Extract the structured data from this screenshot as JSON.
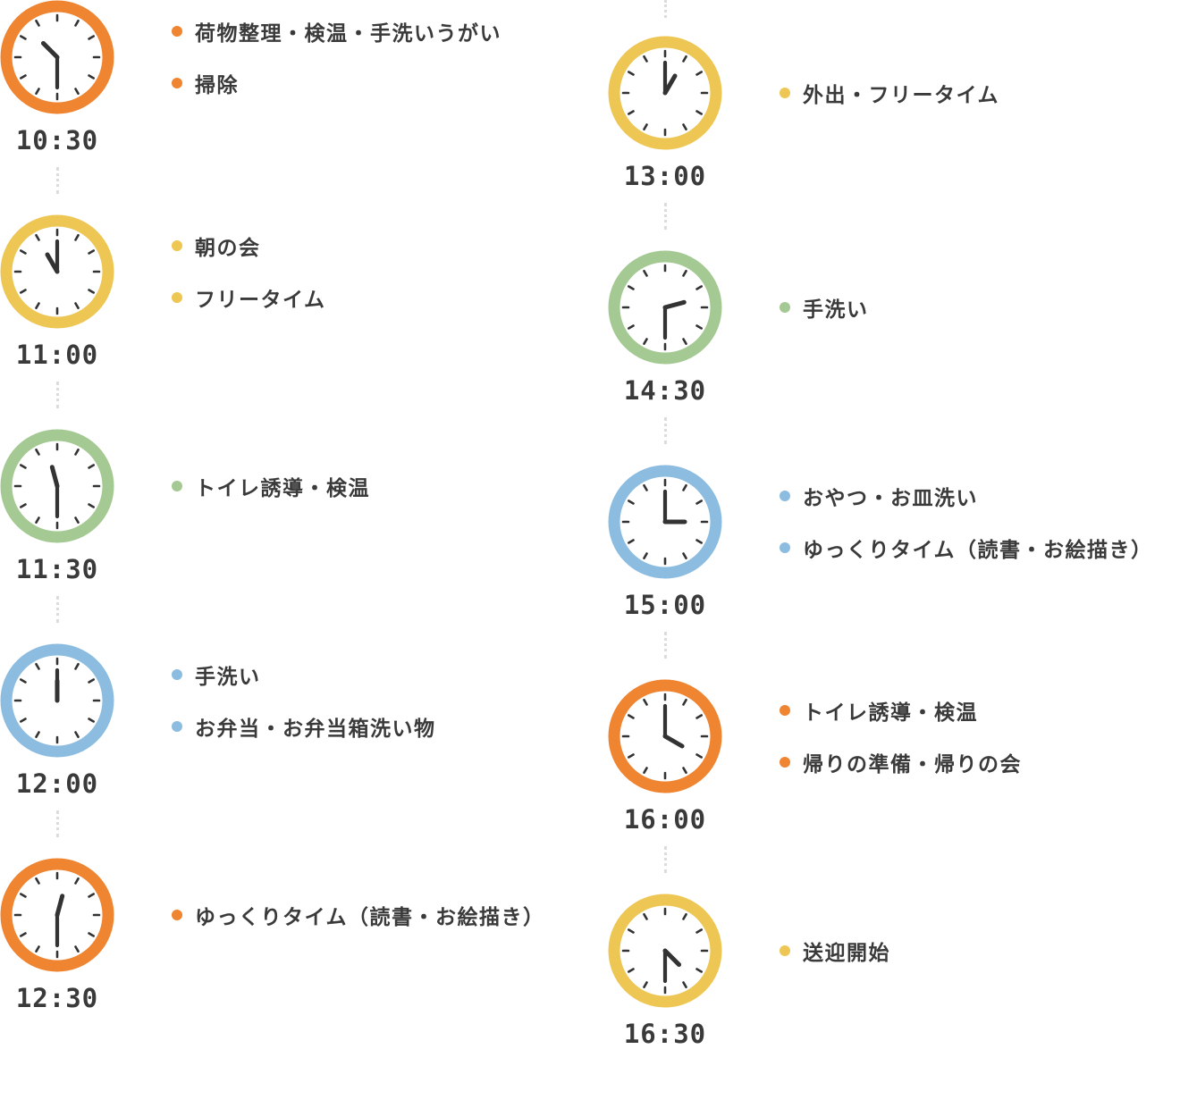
{
  "colors": {
    "orange": "#EF8431",
    "yellow": "#EDC653",
    "green": "#A4C993",
    "blue": "#8CBDE0",
    "hand": "#333333"
  },
  "schedule": [
    {
      "time": "10:30",
      "hour": 10,
      "minute": 30,
      "color": "orange",
      "activities": [
        "荷物整理・検温・手洗いうがい",
        "掃除"
      ]
    },
    {
      "time": "11:00",
      "hour": 11,
      "minute": 0,
      "color": "yellow",
      "activities": [
        "朝の会",
        "フリータイム"
      ]
    },
    {
      "time": "11:30",
      "hour": 11,
      "minute": 30,
      "color": "green",
      "activities": [
        "トイレ誘導・検温"
      ]
    },
    {
      "time": "12:00",
      "hour": 12,
      "minute": 0,
      "color": "blue",
      "activities": [
        "手洗い",
        "お弁当・お弁当箱洗い物"
      ]
    },
    {
      "time": "12:30",
      "hour": 12,
      "minute": 30,
      "color": "orange",
      "activities": [
        "ゆっくりタイム（読書・お絵描き）"
      ]
    },
    {
      "time": "13:00",
      "hour": 13,
      "minute": 0,
      "color": "yellow",
      "activities": [
        "外出・フリータイム"
      ]
    },
    {
      "time": "14:30",
      "hour": 14,
      "minute": 30,
      "color": "green",
      "activities": [
        "手洗い"
      ]
    },
    {
      "time": "15:00",
      "hour": 15,
      "minute": 0,
      "color": "blue",
      "activities": [
        "おやつ・お皿洗い",
        "ゆっくりタイム（読書・お絵描き）"
      ]
    },
    {
      "time": "16:00",
      "hour": 16,
      "minute": 0,
      "color": "orange",
      "activities": [
        "トイレ誘導・検温",
        "帰りの準備・帰りの会"
      ]
    },
    {
      "time": "16:30",
      "hour": 16,
      "minute": 30,
      "color": "yellow",
      "activities": [
        "送迎開始"
      ]
    }
  ]
}
